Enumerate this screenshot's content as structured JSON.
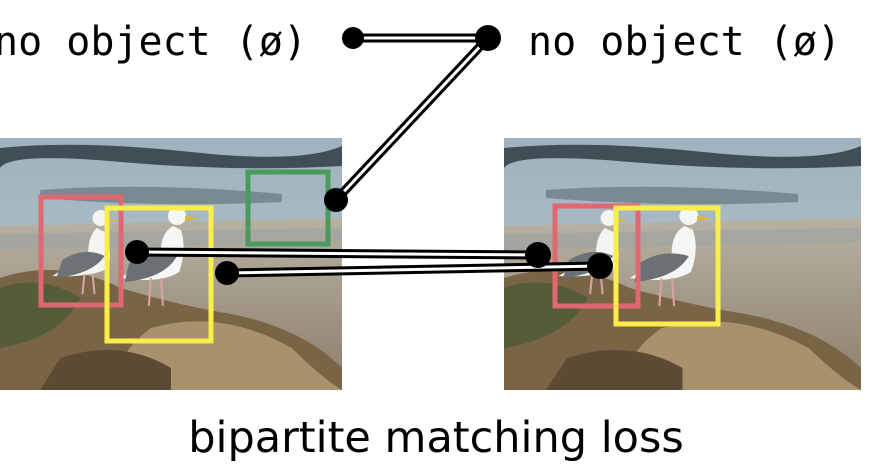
{
  "labels": {
    "left": "no object (ø)",
    "right": "no object (ø)"
  },
  "caption": "bipartite matching loss",
  "colors": {
    "box_red": "#e06873",
    "box_yellow": "#f9ef4a",
    "box_green": "#4a9a5d",
    "node": "#000000",
    "edge": "#000000"
  }
}
